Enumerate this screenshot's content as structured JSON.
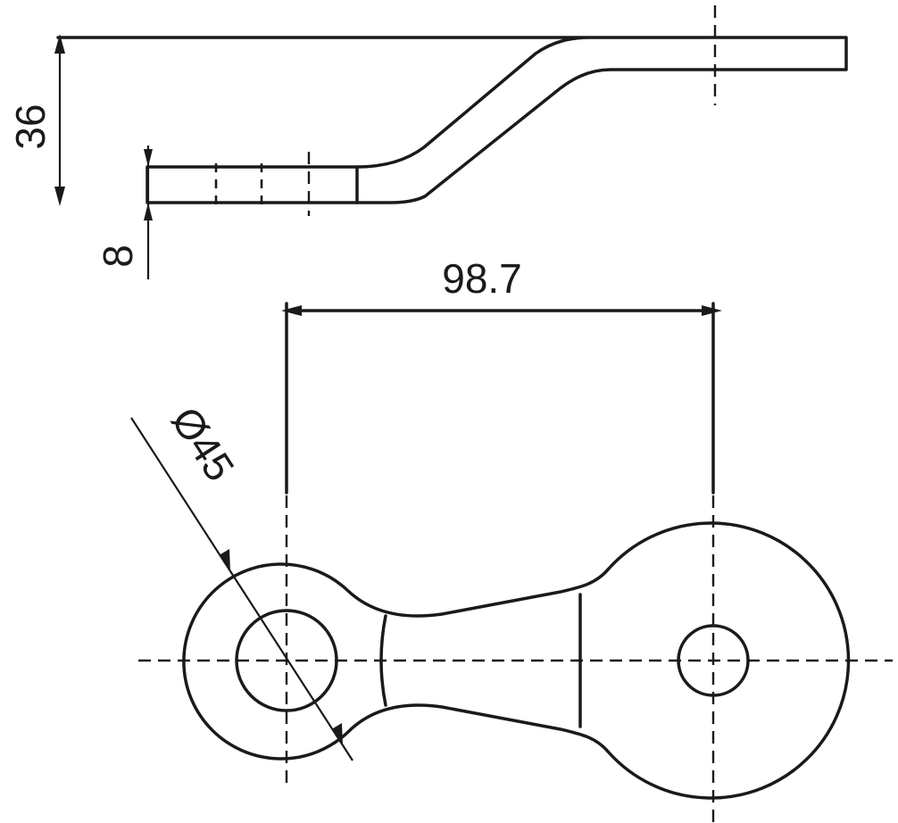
{
  "dimensions": {
    "height_total": "36",
    "thickness": "8",
    "center_distance": "98.7",
    "diameter": "Ø45"
  }
}
